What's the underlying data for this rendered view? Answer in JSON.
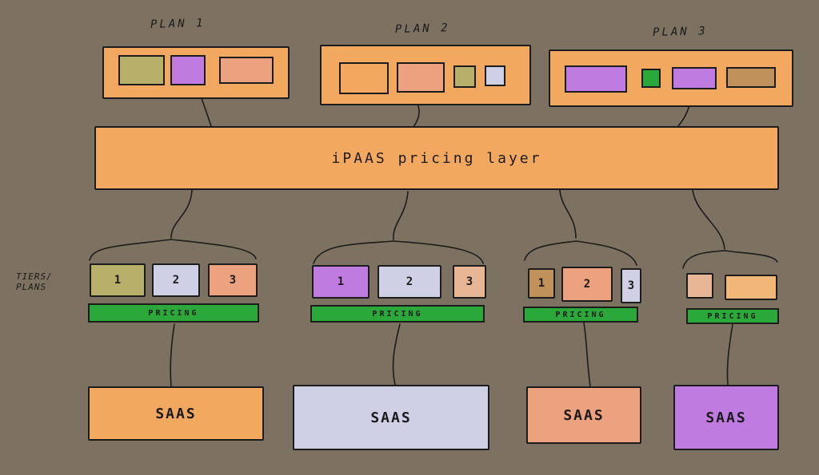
{
  "plans": [
    {
      "label": "PLAN 1"
    },
    {
      "label": "PLAN 2"
    },
    {
      "label": "PLAN 3"
    }
  ],
  "layer": {
    "label": "iPAAS pricing layer"
  },
  "tiers_label": "TIERS/ PLANS",
  "groups": [
    {
      "tiers": [
        "1",
        "2",
        "3"
      ],
      "pricing": "PRICING",
      "saas": "SAAS"
    },
    {
      "tiers": [
        "1",
        "2",
        "3"
      ],
      "pricing": "PRICING",
      "saas": "SAAS"
    },
    {
      "tiers": [
        "1",
        "2",
        "3"
      ],
      "pricing": "PRICING",
      "saas": "SAAS"
    },
    {
      "tiers": [
        "",
        ""
      ],
      "pricing": "PRICING",
      "saas": "SAAS"
    }
  ],
  "colors": {
    "background": "#7d7262",
    "orange": "#f3a860",
    "green": "#2aa83a",
    "purple": "#c07be0",
    "lavender": "#cfcfe6",
    "salmon": "#eca27e",
    "olive": "#b8b06a"
  }
}
